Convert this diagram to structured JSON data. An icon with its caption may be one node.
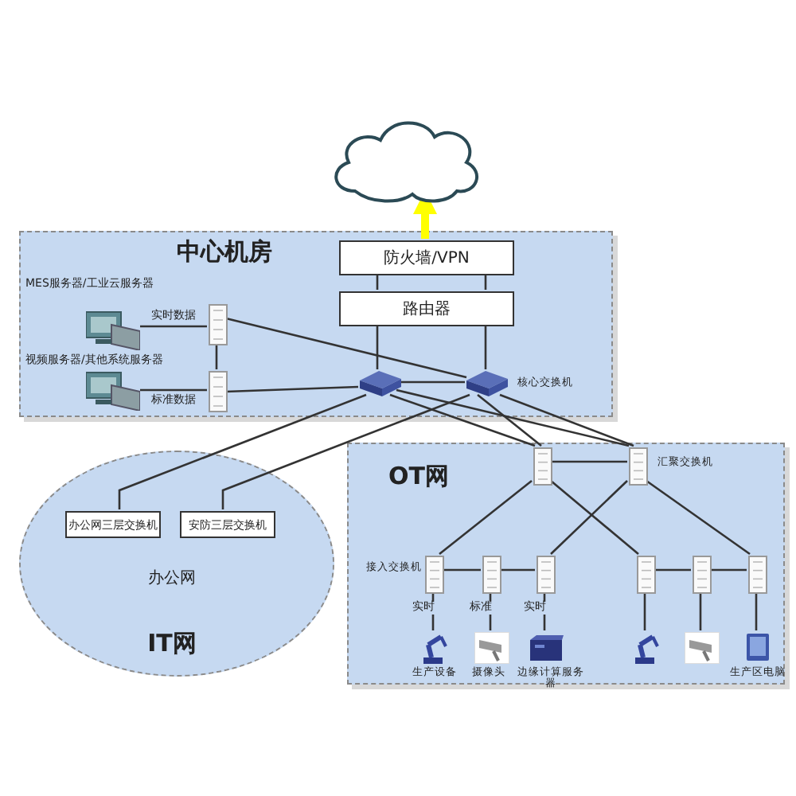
{
  "diagram": {
    "nodes": [
      {
        "text": [],
        "shape": "cloud"
      },
      {
        "text": [
          "中心机房"
        ]
      },
      {
        "text": [
          "防火墙/VPN"
        ],
        "in": 1
      },
      {
        "text": [
          "路由器"
        ],
        "in": 1
      },
      {
        "text": [
          "MES服务器/工业云服务器"
        ],
        "in": 1
      },
      {
        "text": [
          "视频服务器/其他系统服务器"
        ],
        "in": 1
      },
      {
        "text": [],
        "shape": "box",
        "in": 1
      },
      {
        "text": [],
        "shape": "box",
        "in": 1
      },
      {
        "text": [],
        "shape": "box",
        "in": 1
      },
      {
        "text": [],
        "shape": "box",
        "in": 1,
        "beside": [
          "核心交换机"
        ]
      },
      {
        "text": [
          "办公网",
          "IT网"
        ]
      },
      {
        "text": [
          "办公网三层交换机"
        ],
        "in": 10
      },
      {
        "text": [
          "安防三层交换机"
        ],
        "in": 10
      },
      {
        "text": [
          "OT网"
        ]
      },
      {
        "text": [],
        "shape": "box",
        "in": 13
      },
      {
        "text": [],
        "shape": "box",
        "in": 13,
        "beside": [
          "汇聚交换机"
        ]
      },
      {
        "text": [],
        "shape": "box",
        "in": 13,
        "beside": [
          "接入交换机"
        ]
      },
      {
        "text": [],
        "shape": "box",
        "in": 13
      },
      {
        "text": [],
        "shape": "box",
        "in": 13
      },
      {
        "text": [],
        "shape": "box",
        "in": 13
      },
      {
        "text": [],
        "shape": "box",
        "in": 13
      },
      {
        "text": [],
        "shape": "box",
        "in": 13
      },
      {
        "text": [],
        "shape": "picture",
        "in": 13,
        "beside": [
          "生产设备"
        ]
      },
      {
        "text": [],
        "shape": "picture",
        "in": 13,
        "beside": [
          "摄像头"
        ]
      },
      {
        "text": [],
        "shape": "picture",
        "in": 13,
        "beside": [
          "边缘计算服务器"
        ]
      },
      {
        "text": [],
        "shape": "picture",
        "in": 13
      },
      {
        "text": [],
        "shape": "picture",
        "in": 13
      },
      {
        "text": [],
        "shape": "picture",
        "in": 13,
        "beside": [
          "生产区电脑"
        ]
      }
    ],
    "edges": [
      {
        "from": 2,
        "to": 0,
        "arrow": "to",
        "style": "thick",
        "color": "#ffff00"
      },
      {
        "from": 2,
        "to": 3,
        "arrow": "none"
      },
      {
        "from": 2,
        "to": 3,
        "arrow": "none"
      },
      {
        "from": 3,
        "to": 8,
        "arrow": "none"
      },
      {
        "from": 3,
        "to": 9,
        "arrow": "none"
      },
      {
        "from": 4,
        "to": 6,
        "arrow": "none",
        "label": "实时数据"
      },
      {
        "from": 5,
        "to": 7,
        "arrow": "none",
        "label": "标准数据"
      },
      {
        "from": 6,
        "to": 7,
        "arrow": "none"
      },
      {
        "from": 6,
        "to": 9,
        "arrow": "none"
      },
      {
        "from": 7,
        "to": 8,
        "arrow": "none"
      },
      {
        "from": 8,
        "to": 9,
        "arrow": "none"
      },
      {
        "from": 8,
        "to": 11,
        "arrow": "none"
      },
      {
        "from": 9,
        "to": 12,
        "arrow": "none"
      },
      {
        "from": 8,
        "to": 14,
        "arrow": "none"
      },
      {
        "from": 8,
        "to": 15,
        "arrow": "none"
      },
      {
        "from": 9,
        "to": 14,
        "arrow": "none"
      },
      {
        "from": 9,
        "to": 15,
        "arrow": "none"
      },
      {
        "from": 14,
        "to": 15,
        "arrow": "none"
      },
      {
        "from": 14,
        "to": 16,
        "arrow": "none"
      },
      {
        "from": 14,
        "to": 19,
        "arrow": "none"
      },
      {
        "from": 15,
        "to": 18,
        "arrow": "none"
      },
      {
        "from": 15,
        "to": 21,
        "arrow": "none"
      },
      {
        "from": 16,
        "to": 17,
        "arrow": "none"
      },
      {
        "from": 17,
        "to": 18,
        "arrow": "none"
      },
      {
        "from": 19,
        "to": 20,
        "arrow": "none"
      },
      {
        "from": 20,
        "to": 21,
        "arrow": "none"
      },
      {
        "from": 16,
        "to": 22,
        "arrow": "none",
        "label": "实时"
      },
      {
        "from": 17,
        "to": 23,
        "arrow": "none",
        "label": "标准"
      },
      {
        "from": 18,
        "to": 24,
        "arrow": "none",
        "label": "实时"
      },
      {
        "from": 19,
        "to": 25,
        "arrow": "none"
      },
      {
        "from": 20,
        "to": 26,
        "arrow": "none"
      },
      {
        "from": 21,
        "to": 27,
        "arrow": "none"
      }
    ]
  }
}
